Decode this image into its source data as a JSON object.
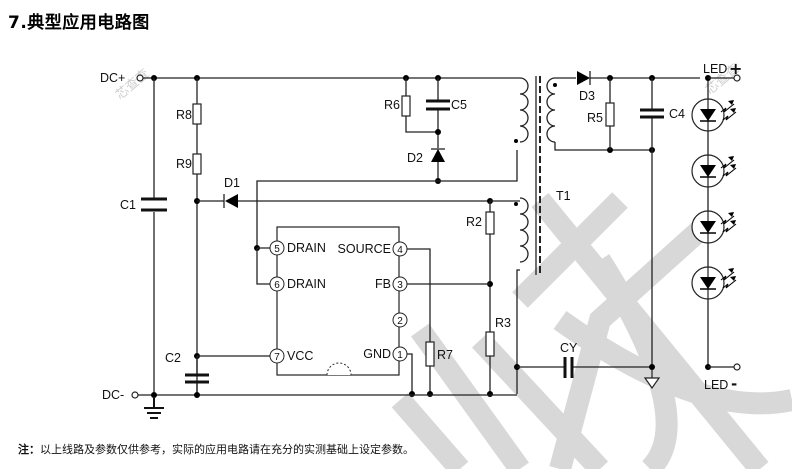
{
  "title": "7.典型应用电路图",
  "note": {
    "prefix": "注：",
    "text": "以上线路及参数仅供参考，实际的应用电路请在充分的实测基础上设定参数。"
  },
  "watermark": {
    "text": "芯查查"
  },
  "terminals": {
    "dc_plus": "DC+",
    "dc_minus": "DC-",
    "led_plus": "LED",
    "led_plus_sign": "+",
    "led_minus": "LED",
    "led_minus_sign": "-"
  },
  "components": {
    "R8": "R8",
    "R9": "R9",
    "R6": "R6",
    "C5": "C5",
    "D2": "D2",
    "D1": "D1",
    "C1": "C1",
    "C2": "C2",
    "R2": "R2",
    "R3": "R3",
    "R7": "R7",
    "CY": "CY",
    "T1": "T1",
    "D3": "D3",
    "R5": "R5",
    "C4": "C4"
  },
  "ic": {
    "pins": [
      {
        "num": "5",
        "name": "DRAIN"
      },
      {
        "num": "6",
        "name": "DRAIN"
      },
      {
        "num": "7",
        "name": "VCC"
      },
      {
        "num": "4",
        "name": "SOURCE"
      },
      {
        "num": "3",
        "name": "FB"
      },
      {
        "num": "2",
        "name": ""
      },
      {
        "num": "1",
        "name": "GND"
      }
    ]
  },
  "led_string": {
    "count": 4
  }
}
